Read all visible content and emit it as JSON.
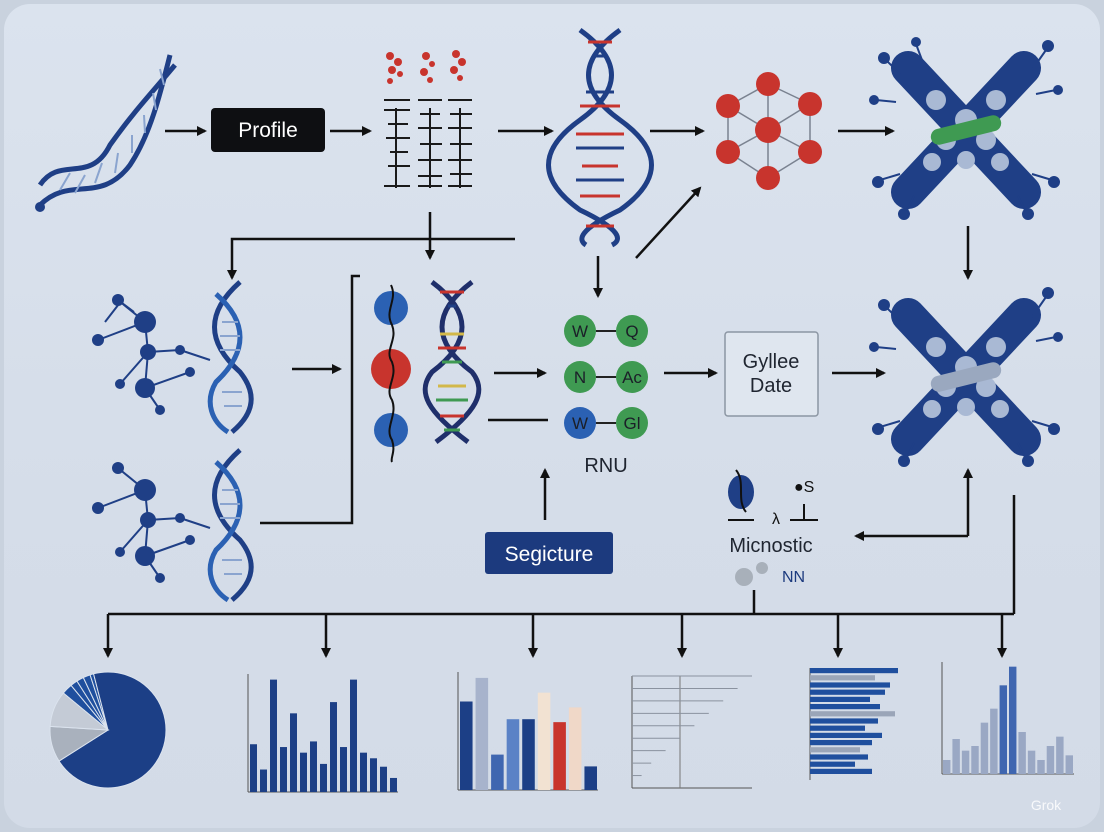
{
  "colors": {
    "navy": "#1f3f86",
    "dark_navy": "#1c2f66",
    "red": "#c8342d",
    "green": "#3f9a52",
    "background": "#d6dee9"
  },
  "boxes": {
    "profile": "Profile",
    "gyllee_line1": "Gyllee",
    "gyllee_line2": "Date",
    "segicture": "Segicture"
  },
  "labels": {
    "rnu": "RNU",
    "micnostic": "Micnostic",
    "nn": "NN",
    "s_mark": "●S",
    "lambda_mark": "λ"
  },
  "nodes": [
    {
      "text": "W",
      "fill": "green"
    },
    {
      "text": "Q",
      "fill": "green"
    },
    {
      "text": "N",
      "fill": "green"
    },
    {
      "text": "Ac",
      "fill": "green"
    },
    {
      "text": "W",
      "fill": "navy"
    },
    {
      "text": "Gl",
      "fill": "green"
    }
  ],
  "watermark": "Grok",
  "chart_data": [
    {
      "type": "pie",
      "values": [
        3,
        2,
        2,
        2,
        1,
        70,
        10,
        10
      ]
    },
    {
      "type": "bar",
      "values": [
        17,
        8,
        40,
        16,
        28,
        14,
        18,
        10,
        32,
        16,
        40,
        14,
        12,
        9,
        5
      ]
    },
    {
      "type": "bar",
      "values": [
        30,
        38,
        12,
        24,
        24,
        33,
        23,
        28,
        8
      ]
    },
    {
      "type": "line",
      "values": [
        100,
        88,
        76,
        64,
        52,
        40,
        28,
        16,
        8
      ]
    },
    {
      "type": "bar",
      "orientation": "horizontal",
      "values": [
        88,
        65,
        80,
        75,
        60,
        70,
        85,
        68,
        55,
        72,
        62,
        50,
        58,
        45,
        62
      ]
    },
    {
      "type": "bar",
      "values": [
        6,
        15,
        10,
        12,
        22,
        28,
        38,
        46,
        18,
        10,
        6,
        12,
        16,
        8
      ]
    }
  ]
}
